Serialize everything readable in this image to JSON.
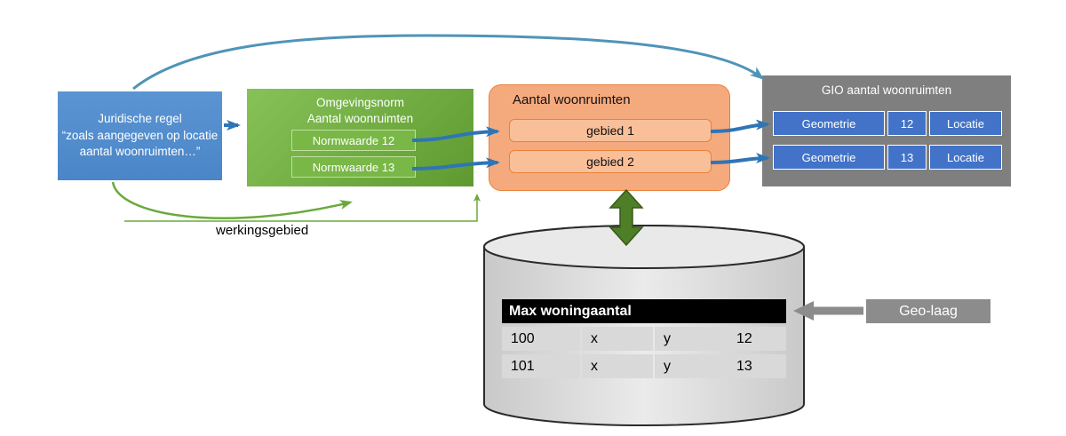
{
  "colors": {
    "blue_box": "#4a86c8",
    "blue_box_light": "#5b94d2",
    "blue_arrow": "#2e75b6",
    "teal_arrow": "#4f94b8",
    "green_box_light": "#86c257",
    "green_box_dark": "#5f9a31",
    "green_inner": "#79b747",
    "green_arrow": "#6aaa3c",
    "green_block_arrow": "#4e7e26",
    "orange_fill": "#f5aa7e",
    "orange_border": "#e8813a",
    "orange_inner": "#f8bf98",
    "gray_box": "#7f7f7f",
    "cell_blue": "#4273c8",
    "gray_label": "#8c8c8c",
    "table_row_gray": "#d9d9d9",
    "table_header_bg": "#000000"
  },
  "legal_rule": {
    "text": "Juridische regel\n“zoals aangegeven op locatie aantal woonruimten…”"
  },
  "omgevingsnorm": {
    "title": "Omgevingsnorm\nAantal woonruimten",
    "values": [
      "Normwaarde 12",
      "Normwaarde 13"
    ]
  },
  "aantal_woonruimten": {
    "title": "Aantal woonruimten",
    "gebieden": [
      "gebied 1",
      "gebied 2"
    ]
  },
  "gio": {
    "title": "GIO aantal woonruimten",
    "rows": [
      {
        "geometrie": "Geometrie",
        "value": "12",
        "locatie": "Locatie"
      },
      {
        "geometrie": "Geometrie",
        "value": "13",
        "locatie": "Locatie"
      }
    ]
  },
  "werkingsgebied": "werkingsgebied",
  "database": {
    "header": "Max woningaantal",
    "rows": [
      [
        "100",
        "x",
        "y",
        "12"
      ],
      [
        "101",
        "x",
        "y",
        "13"
      ]
    ]
  },
  "geo_laag": "Geo-laag"
}
